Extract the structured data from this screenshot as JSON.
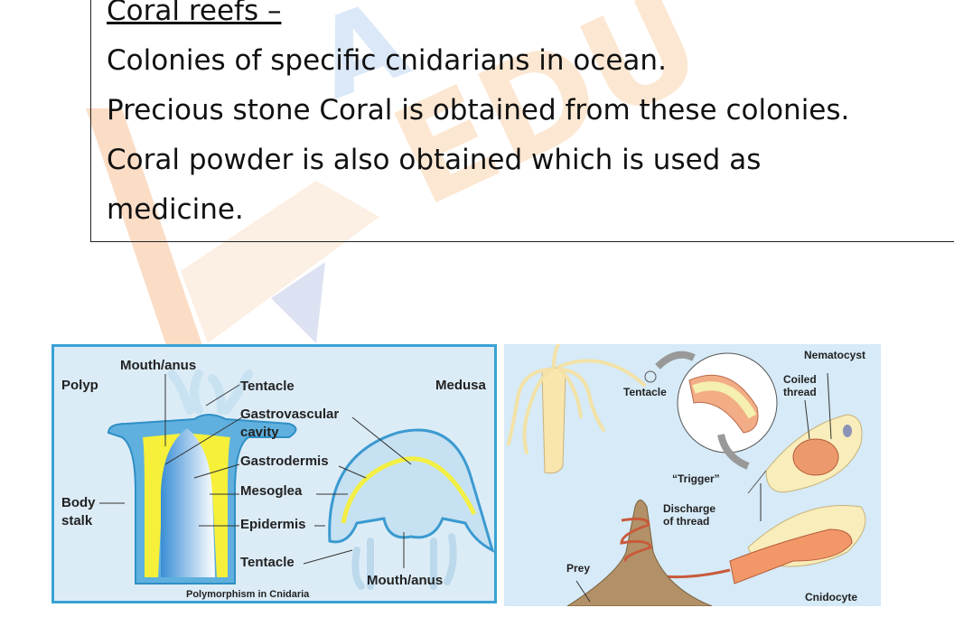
{
  "note": {
    "heading": "Coral reefs –",
    "lines": [
      "Colonies of specific cnidarians in ocean.",
      "Precious stone Coral is obtained from these colonies.",
      "Coral powder is also obtained which is used as",
      "medicine."
    ]
  },
  "watermark": {
    "text": "EDU",
    "logo": "A"
  },
  "figure_polymorphism": {
    "caption": "Polymorphism in Cnidaria",
    "polyp": "Polyp",
    "medusa": "Medusa",
    "labels": {
      "mouth_anus_top": "Mouth/anus",
      "tentacle_top": "Tentacle",
      "gastrovascular": "Gastrovascular",
      "cavity": "cavity",
      "gastrodermis": "Gastrodermis",
      "mesoglea": "Mesoglea",
      "epidermis": "Epidermis",
      "tentacle_bottom": "Tentacle",
      "mouth_anus_bottom": "Mouth/anus",
      "body": "Body",
      "stalk": "stalk"
    }
  },
  "figure_cnidocyte": {
    "nematocyst": "Nematocyst",
    "coiled": "Coiled",
    "thread": "thread",
    "tentacle": "Tentacle",
    "trigger": "“Trigger”",
    "discharge": "Discharge",
    "of_thread": "of thread",
    "prey": "Prey",
    "cnidocyte": "Cnidocyte"
  }
}
